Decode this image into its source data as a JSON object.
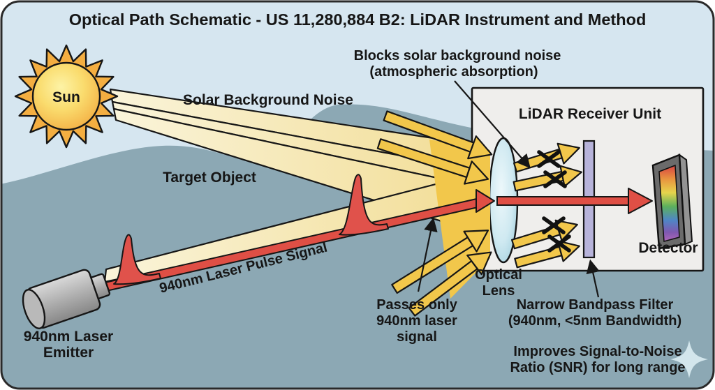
{
  "title": "Optical Path Schematic - US 11,280,884 B2: LiDAR Instrument and Method",
  "scene": {
    "sun_label": "Sun",
    "solar_noise_label": "Solar Background Noise",
    "target_label": "Target Object",
    "laser_beam_label": "940nm Laser Pulse Signal",
    "emitter_label_line1": "940nm Laser",
    "emitter_label_line2": "Emitter"
  },
  "receiver": {
    "title": "LiDAR Receiver Unit",
    "lens_label_line1": "Optical",
    "lens_label_line2": "Lens",
    "filter_label_line1": "Narrow Bandpass Filter",
    "filter_label_line2": "(940nm, <5nm Bandwidth)",
    "detector_label": "Detector"
  },
  "annotations": {
    "blocks_line1": "Blocks solar background noise",
    "blocks_line2": "(atmospheric absorption)",
    "passes_line1": "Passes only",
    "passes_line2": "940nm laser",
    "passes_line3": "signal",
    "snr_line1": "Improves Signal-to-Noise",
    "snr_line2": "Ratio (SNR) for long range"
  },
  "colors": {
    "sky": "#d6e6f0",
    "hill": "#8ca8b4",
    "receiver_box": "#efeeec",
    "solar_beam_pale": "#f6ecc0",
    "noise_gold": "#f2c74b",
    "laser_red": "#df4f45",
    "lens_blue": "#bbdce8",
    "filter_lavender": "#b7b3da",
    "detector_gray": "#6b6b6b",
    "outline": "#161616"
  }
}
